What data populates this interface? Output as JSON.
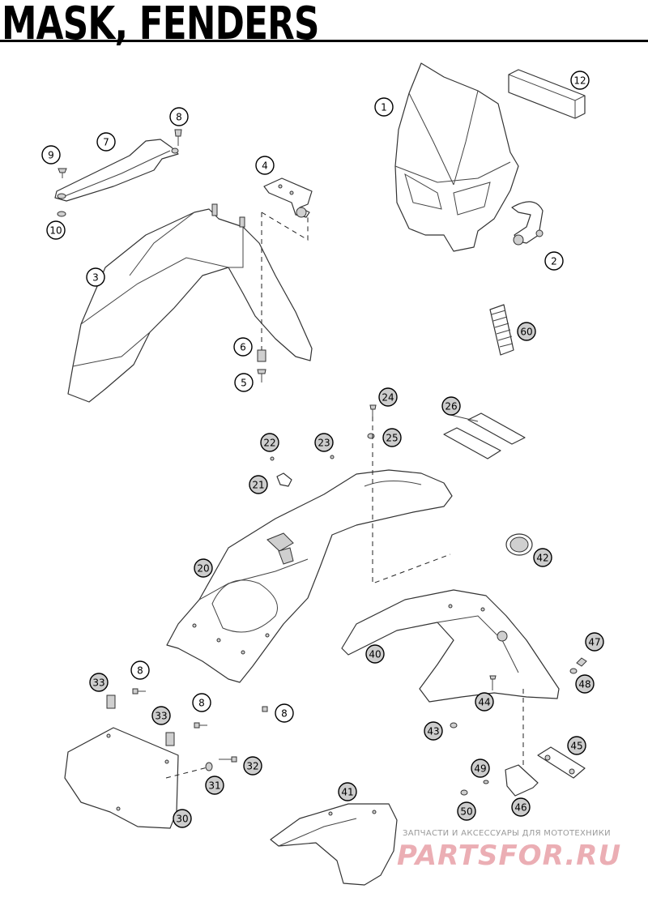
{
  "header": {
    "title": "MASK, FENDERS"
  },
  "callouts": [
    {
      "label": "1"
    },
    {
      "label": "12"
    },
    {
      "label": "2"
    },
    {
      "label": "8"
    },
    {
      "label": "7"
    },
    {
      "label": "9"
    },
    {
      "label": "4"
    },
    {
      "label": "10"
    },
    {
      "label": "3"
    },
    {
      "label": "6"
    },
    {
      "label": "5"
    },
    {
      "label": "60"
    },
    {
      "label": "24"
    },
    {
      "label": "26"
    },
    {
      "label": "22"
    },
    {
      "label": "23"
    },
    {
      "label": "25"
    },
    {
      "label": "21"
    },
    {
      "label": "20"
    },
    {
      "label": "42"
    },
    {
      "label": "40"
    },
    {
      "label": "47"
    },
    {
      "label": "48"
    },
    {
      "label": "44"
    },
    {
      "label": "43"
    },
    {
      "label": "8"
    },
    {
      "label": "33"
    },
    {
      "label": "8"
    },
    {
      "label": "33"
    },
    {
      "label": "8"
    },
    {
      "label": "32"
    },
    {
      "label": "31"
    },
    {
      "label": "30"
    },
    {
      "label": "45"
    },
    {
      "label": "49"
    },
    {
      "label": "41"
    },
    {
      "label": "50"
    },
    {
      "label": "46"
    }
  ],
  "watermark": {
    "tagline": "ЗАПЧАСТИ И АКСЕССУАРЫ ДЛЯ МОТОТЕХНИКИ",
    "logo": "PARTSFOR.RU"
  }
}
